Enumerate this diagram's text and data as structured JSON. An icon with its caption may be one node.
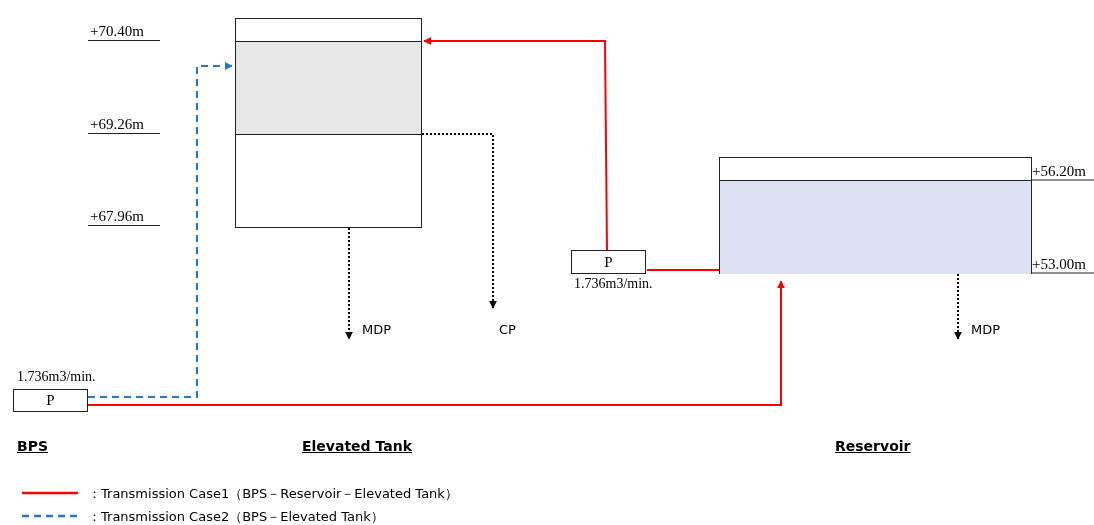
{
  "diagram": {
    "nodes": [
      {
        "text": [],
        "shape": "box"
      },
      {
        "text": [],
        "shape": "box"
      },
      {
        "text": [
          "P"
        ],
        "beside": [
          "1.736m3/min."
        ]
      },
      {
        "text": [
          "P"
        ],
        "beside": [
          "1.736m3/min."
        ]
      },
      {
        "text": [
          "MDP"
        ]
      },
      {
        "text": [
          "CP"
        ]
      },
      {
        "text": [
          "MDP"
        ]
      }
    ],
    "edges": [
      {
        "from": 2,
        "to": 1,
        "arrow": "to"
      },
      {
        "from": 1,
        "to": 3,
        "arrow": "none"
      },
      {
        "from": 3,
        "to": 0,
        "arrow": "to"
      },
      {
        "from": 2,
        "to": 0,
        "arrow": "to",
        "style": "dashed",
        "color": "#1f78c8"
      },
      {
        "from": 0,
        "to": 4,
        "arrow": "to",
        "style": "dashed",
        "color": "#000000"
      },
      {
        "from": 0,
        "to": 5,
        "arrow": "to",
        "style": "dashed",
        "color": "#000000"
      },
      {
        "from": 1,
        "to": 6,
        "arrow": "to",
        "style": "dashed",
        "color": "#000000"
      }
    ],
    "labels": [
      "+70.40m",
      "+69.26m",
      "+56.20m",
      "+67.96m",
      "+53.00m",
      "BPS",
      "Elevated Tank",
      "Reservoir"
    ],
    "legend": [
      {
        "text": "：Transmission Case1（BPS－Reservoir－Elevated Tank）"
      },
      {
        "text": "：Transmission Case2（BPS－Elevated Tank）"
      }
    ]
  }
}
